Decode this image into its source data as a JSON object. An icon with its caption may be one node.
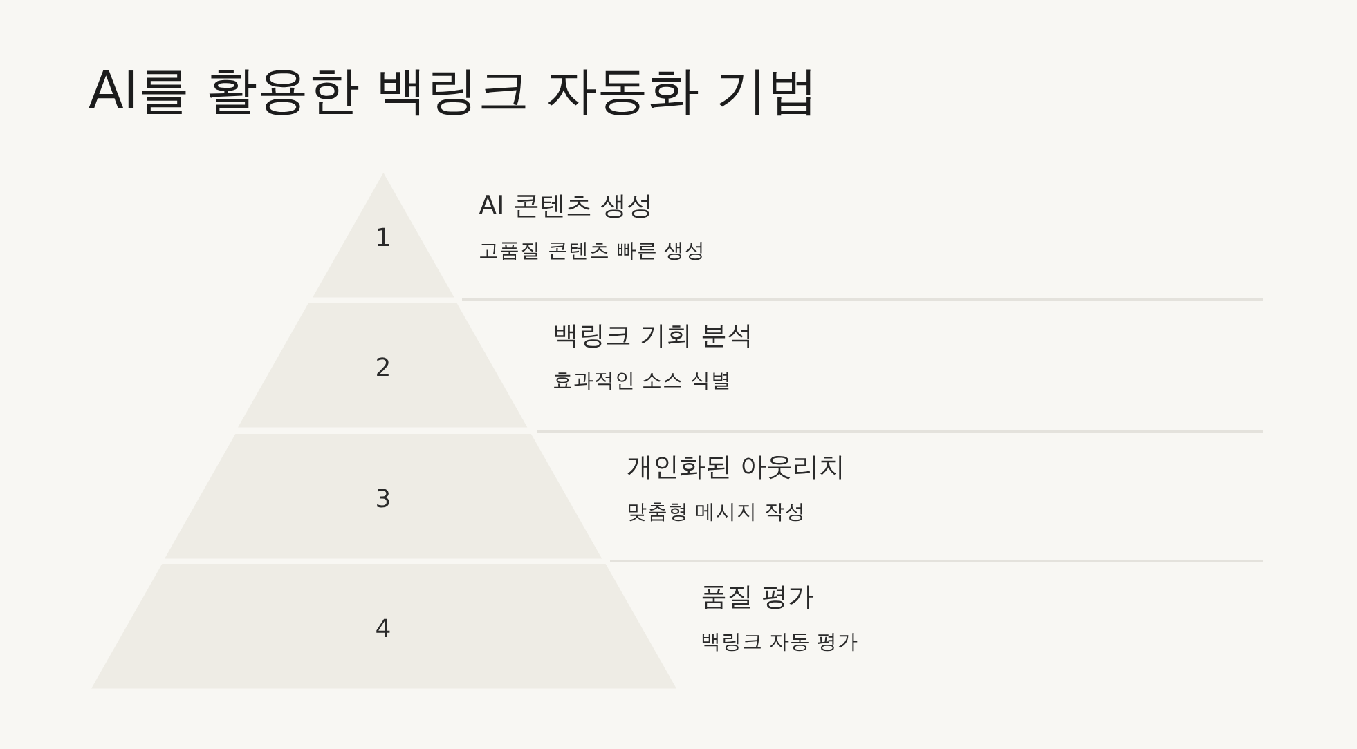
{
  "diagram": {
    "title": "AI를 활용한 백링크 자동화 기법",
    "nodes": [
      {
        "text": [
          "1"
        ],
        "beside": [
          "AI 콘텐츠 생성",
          "고품질 콘텐츠 빠른 생성"
        ]
      },
      {
        "text": [
          "2"
        ],
        "beside": [
          "백링크 기회 분석",
          "효과적인 소스 식별"
        ]
      },
      {
        "text": [
          "3"
        ],
        "beside": [
          "개인화된 아웃리치",
          "맞춤형 메시지 작성"
        ]
      },
      {
        "text": [
          "4"
        ],
        "beside": [
          "품질 평가",
          "백링크 자동 평가"
        ]
      }
    ]
  }
}
